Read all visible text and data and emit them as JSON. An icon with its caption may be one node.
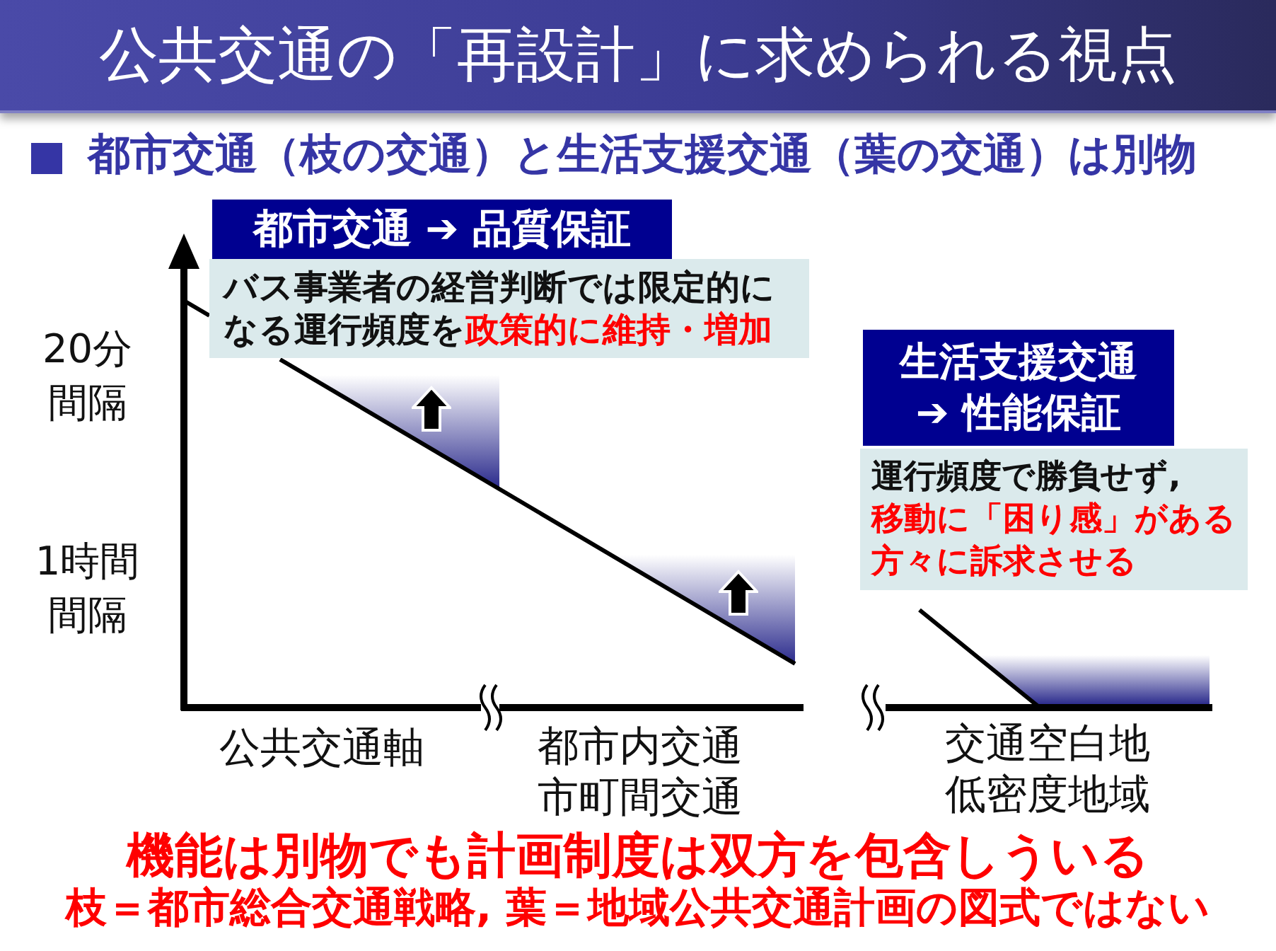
{
  "diagram": {
    "title": "公共交通の「再設計」に求められる視点",
    "nodes": [
      {
        "text": [
          "都市交通 ➔ 品質保証"
        ]
      },
      {
        "text": [
          "バス事業者の経営判断では限定的になる運行頻度を",
          "政策的に維持・増加"
        ]
      },
      {
        "text": [
          "生活支援交通 ➔ 性能保証"
        ]
      },
      {
        "text": [
          "運行頻度で勝負せず,",
          "移動に「困り感」がある方々に訴求させる"
        ]
      }
    ],
    "labels": [
      "都市交通（枝の交通）と生活支援交通（葉の交通）は別物",
      "20分間隔",
      "1時間間隔",
      "公共交通軸",
      "都市内交通",
      "市町間交通",
      "交通空白地",
      "低密度地域",
      "機能は別物でも計画制度は双方を包含しういる",
      "枝＝都市総合交通戦略, 葉＝地域公共交通計画の図式ではない"
    ]
  }
}
